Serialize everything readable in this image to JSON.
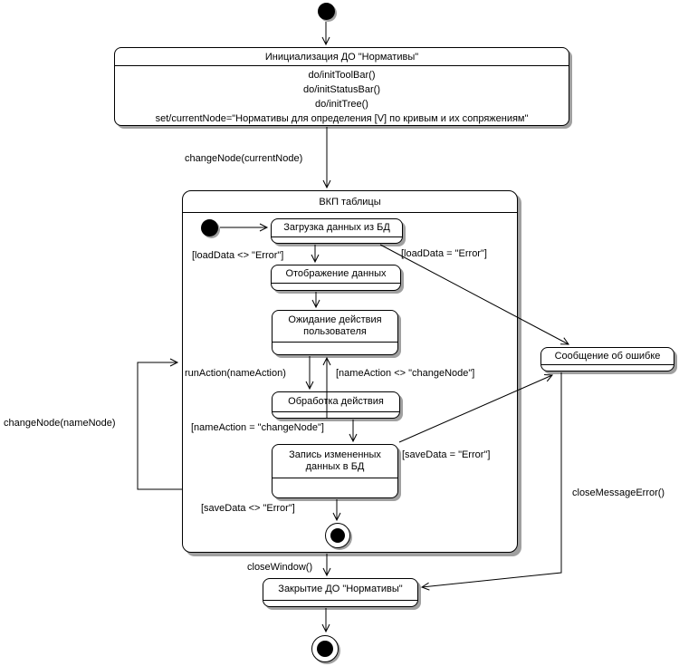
{
  "states": {
    "init_do": {
      "title": "Инициализация ДО \"Нормативы\"",
      "actions": [
        "do/initToolBar()",
        "do/initStatusBar()",
        "do/initTree()",
        "set/currentNode=\"Нормативы для определения [V] по кривым и их сопряжениям\""
      ]
    },
    "vkp_table": {
      "title": "ВКП таблицы"
    },
    "load_data": {
      "title": "Загрузка данных из БД"
    },
    "display_data": {
      "title": "Отображение данных"
    },
    "wait_user": {
      "title": "Ожидание действия пользователя"
    },
    "process_action": {
      "title": "Обработка действия"
    },
    "save_data": {
      "title": "Запись измененных данных в БД"
    },
    "error_message": {
      "title": "Сообщение об ошибке"
    },
    "close_do": {
      "title": "Закрытие ДО \"Нормативы\""
    }
  },
  "transitions": {
    "change_node_current": "changeNode(currentNode)",
    "load_data_ok": "[loadData <> \"Error\"]",
    "load_data_error": "[loadData = \"Error\"]",
    "run_action": "runAction(nameAction)",
    "name_action_not_change": "[nameAction <> \"changeNode\"]",
    "name_action_change": "[nameAction = \"changeNode\"]",
    "save_data_error": "[saveData = \"Error\"]",
    "save_data_ok": "[saveData <> \"Error\"]",
    "change_node_name": "changeNode(nameNode)",
    "close_window": "closeWindow()",
    "close_message_error": "closeMessageError()"
  },
  "colors": {
    "stroke": "#000000",
    "background": "#ffffff",
    "shadow": "#a0a0a0"
  }
}
